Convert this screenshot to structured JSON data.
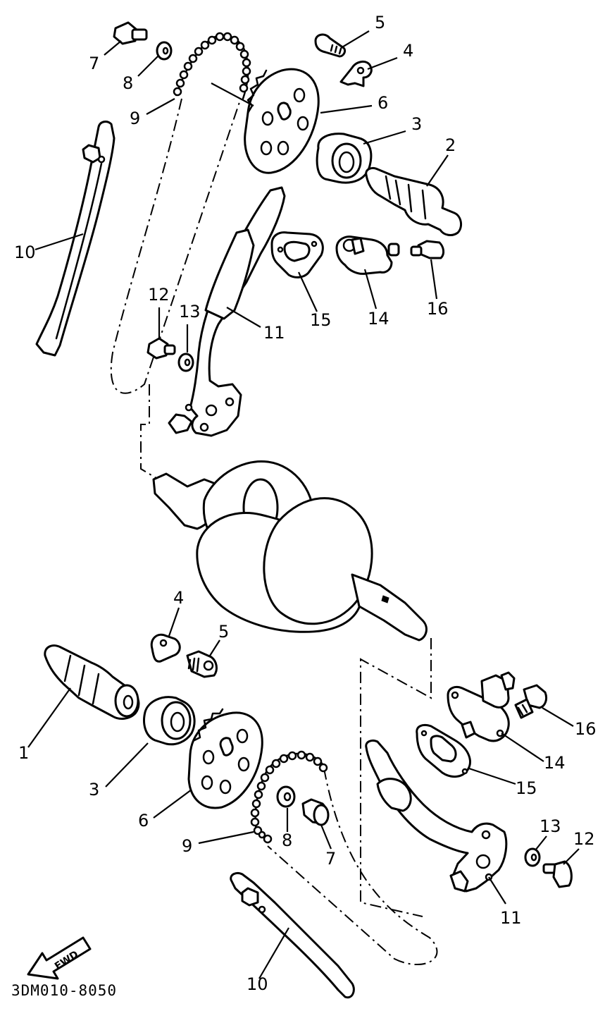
{
  "callouts": {
    "top": {
      "c7": "7",
      "c8": "8",
      "c9": "9",
      "c5": "5",
      "c4": "4",
      "c6": "6",
      "c3": "3",
      "c2": "2",
      "c10": "10",
      "c12": "12",
      "c13": "13",
      "c11": "11",
      "c15": "15",
      "c14": "14",
      "c16": "16"
    },
    "bottom": {
      "c4": "4",
      "c5": "5",
      "c1": "1",
      "c3": "3",
      "c6": "6",
      "c9": "9",
      "c8": "8",
      "c7": "7",
      "c10": "10",
      "c16": "16",
      "c14": "14",
      "c15": "15",
      "c13": "13",
      "c12": "12",
      "c11": "11"
    }
  },
  "fwd_label": "FWD",
  "diagram_code": "3DM010-8050"
}
